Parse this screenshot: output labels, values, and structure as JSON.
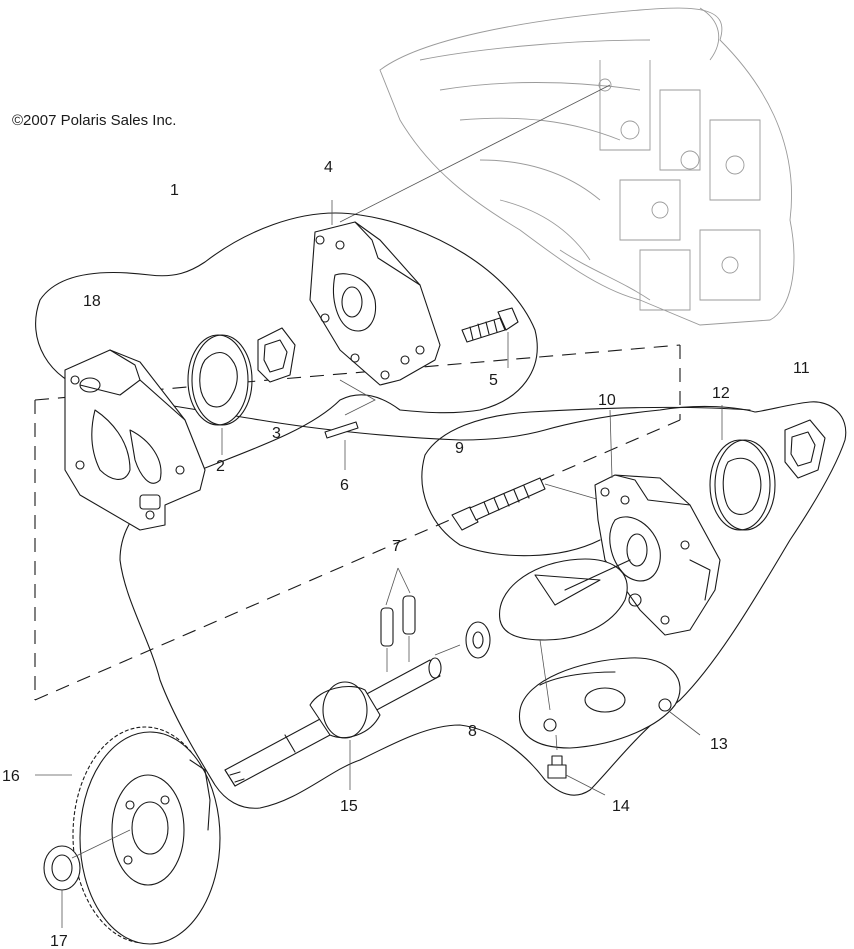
{
  "copyright": "©2007 Polaris Sales Inc.",
  "callouts": {
    "c1": "1",
    "c2": "2",
    "c3": "3",
    "c4": "4",
    "c5": "5",
    "c6": "6",
    "c7": "7",
    "c8": "8",
    "c9": "9",
    "c10": "10",
    "c11": "11",
    "c12": "12",
    "c13": "13",
    "c14": "14",
    "c15": "15",
    "c16": "16",
    "c17": "17",
    "c18": "18"
  }
}
